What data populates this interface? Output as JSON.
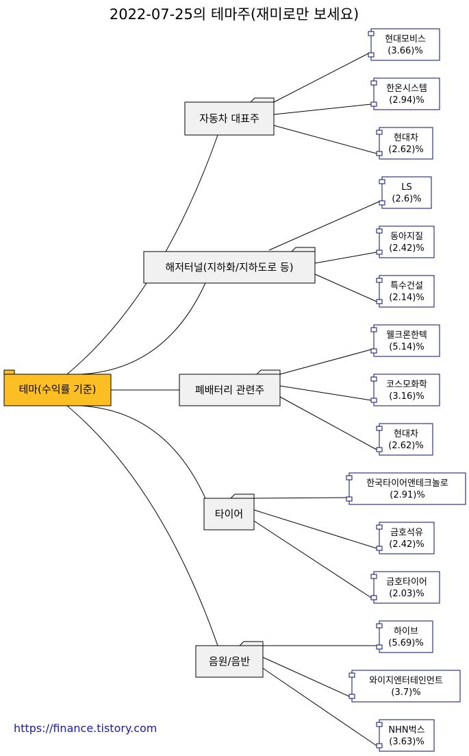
{
  "title": "2022-07-25의 테마주(재미로만 보세요)",
  "root": {
    "label": "테마(수익률 기준)",
    "color": "#fbbf24"
  },
  "themes": [
    {
      "name": "자동차 대표주",
      "stocks": [
        {
          "name": "현대모비스",
          "pct": "(3.66)%"
        },
        {
          "name": "한온시스템",
          "pct": "(2.94)%"
        },
        {
          "name": "현대차",
          "pct": "(2.62)%"
        }
      ]
    },
    {
      "name": "해저터널(지하화/지하도로 등)",
      "stocks": [
        {
          "name": "LS",
          "pct": "(2.6)%"
        },
        {
          "name": "동아지질",
          "pct": "(2.42)%"
        },
        {
          "name": "특수건설",
          "pct": "(2.14)%"
        }
      ]
    },
    {
      "name": "폐배터리 관련주",
      "stocks": [
        {
          "name": "웰크론한텍",
          "pct": "(5.14)%"
        },
        {
          "name": "코스모화학",
          "pct": "(3.16)%"
        },
        {
          "name": "현대차",
          "pct": "(2.62)%"
        }
      ]
    },
    {
      "name": "타이어",
      "stocks": [
        {
          "name": "한국타이어앤테크놀로",
          "pct": "(2.91)%"
        },
        {
          "name": "금호석유",
          "pct": "(2.42)%"
        },
        {
          "name": "금호타이어",
          "pct": "(2.03)%"
        }
      ]
    },
    {
      "name": "음원/음반",
      "stocks": [
        {
          "name": "하이브",
          "pct": "(5.69)%"
        },
        {
          "name": "와이지엔터테인먼트",
          "pct": "(3.7)%"
        },
        {
          "name": "NHN벅스",
          "pct": "(3.63)%"
        }
      ]
    }
  ],
  "footer": {
    "link_text": "https://finance.tistory.com"
  }
}
